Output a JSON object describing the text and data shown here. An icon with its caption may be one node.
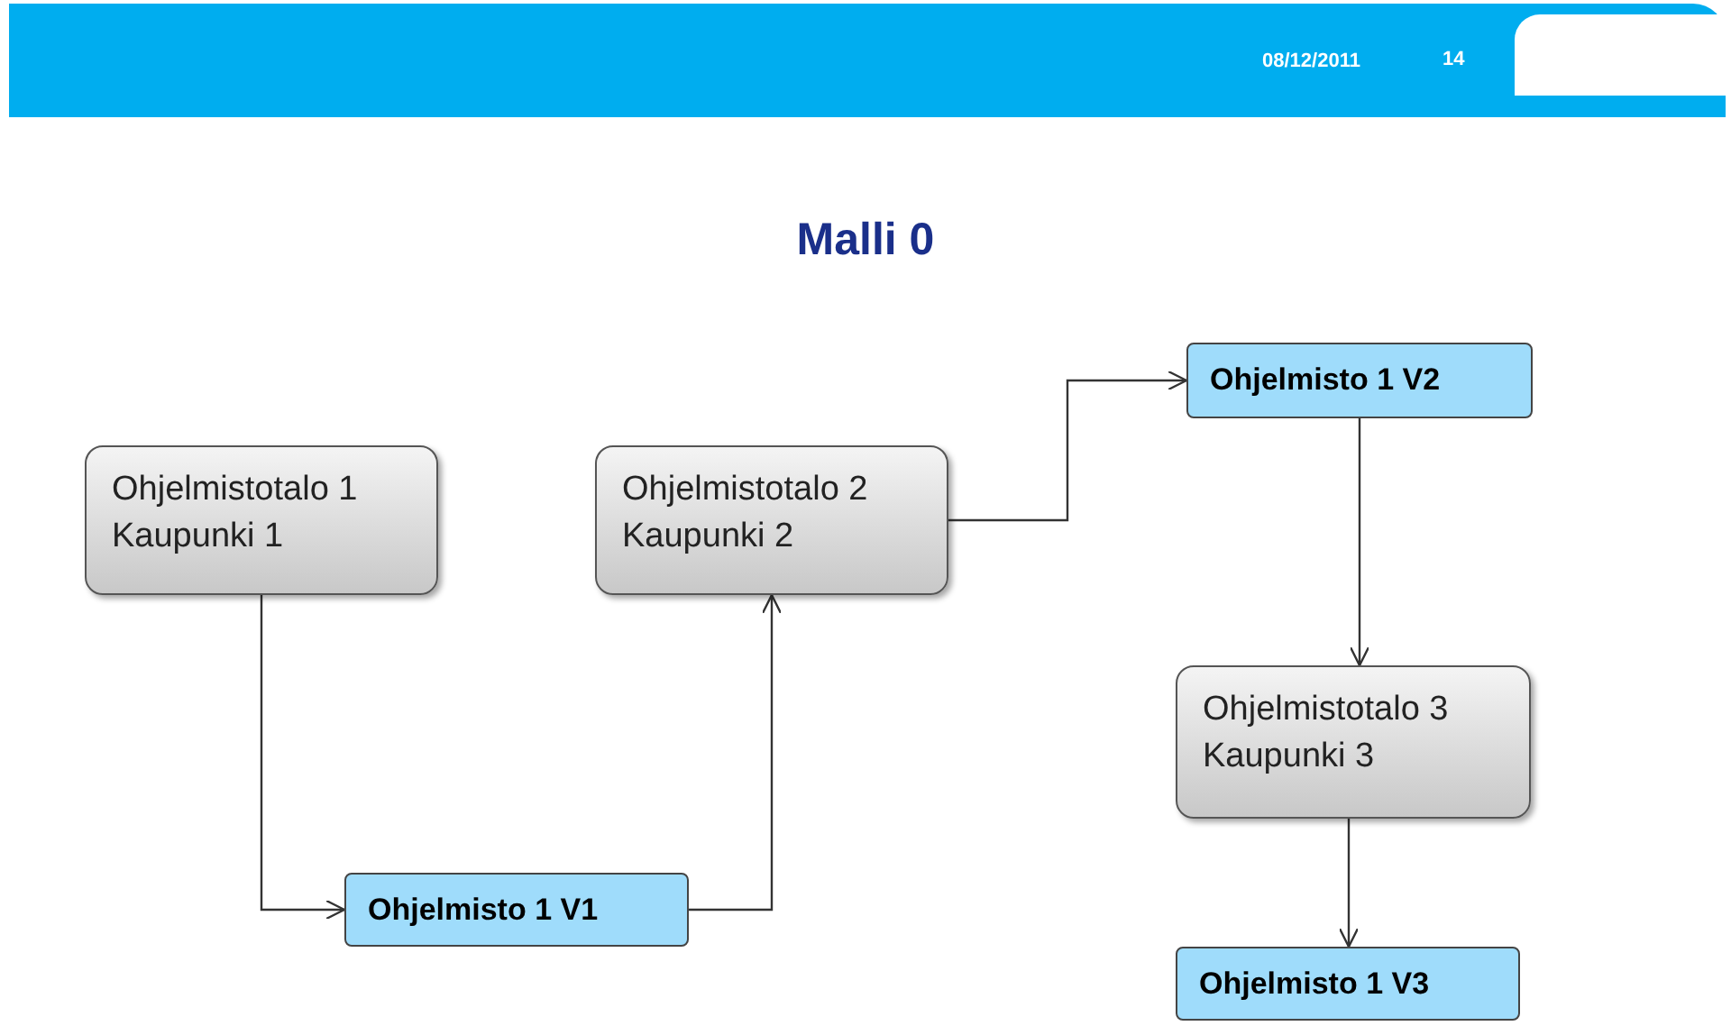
{
  "diagram": {
    "title": "Malli 0",
    "nodes": [
      {
        "text": [
          "Ohjelmistotalo 1",
          "Kaupunki 1"
        ]
      },
      {
        "text": [
          "Ohjelmistotalo 2",
          "Kaupunki 2"
        ]
      },
      {
        "text": [
          "Ohjelmisto 1 V2"
        ]
      },
      {
        "text": [
          "Ohjelmistotalo 3",
          "Kaupunki 3"
        ]
      },
      {
        "text": [
          "Ohjelmisto 1 V1"
        ]
      },
      {
        "text": [
          "Ohjelmisto 1 V3"
        ]
      }
    ],
    "edges": [
      {
        "from": 0,
        "to": 4,
        "arrow": "to"
      },
      {
        "from": 4,
        "to": 1,
        "arrow": "to"
      },
      {
        "from": 1,
        "to": 2,
        "arrow": "to"
      },
      {
        "from": 2,
        "to": 3,
        "arrow": "to"
      },
      {
        "from": 3,
        "to": 5,
        "arrow": "to"
      }
    ],
    "labels": [
      "08/12/2011",
      "14"
    ]
  }
}
